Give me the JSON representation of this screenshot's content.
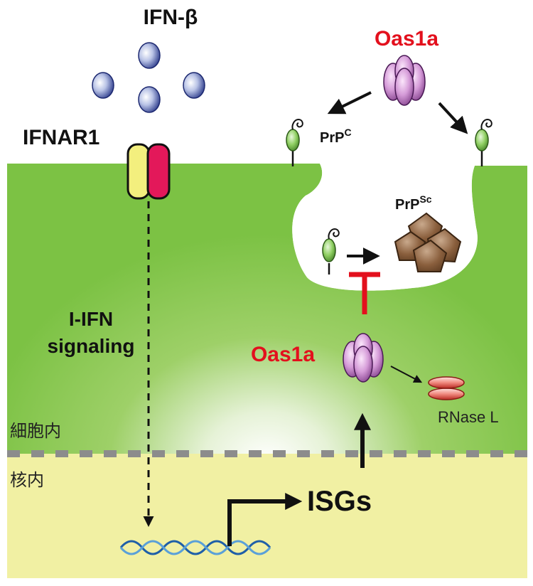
{
  "labels": {
    "ifn_beta": "IFN-β",
    "ifnar1": "IFNAR1",
    "oas1a_top": "Oas1a",
    "prpc_main": "PrP",
    "prpc_sup": "C",
    "prpsc_main": "PrP",
    "prpsc_sup": "Sc",
    "signaling_line1": "I-IFN",
    "signaling_line2": "signaling",
    "oas1a_mid": "Oas1a",
    "rnase_l": "RNase L",
    "cytoplasm": "細胞内",
    "nucleus": "核内",
    "isgs": "ISGs"
  },
  "colors": {
    "cell_green": "#7cc244",
    "nucleus_yellow": "#f1f0a3",
    "accent_red": "#e3101d",
    "membrane_dash": "#8c8c8c"
  }
}
